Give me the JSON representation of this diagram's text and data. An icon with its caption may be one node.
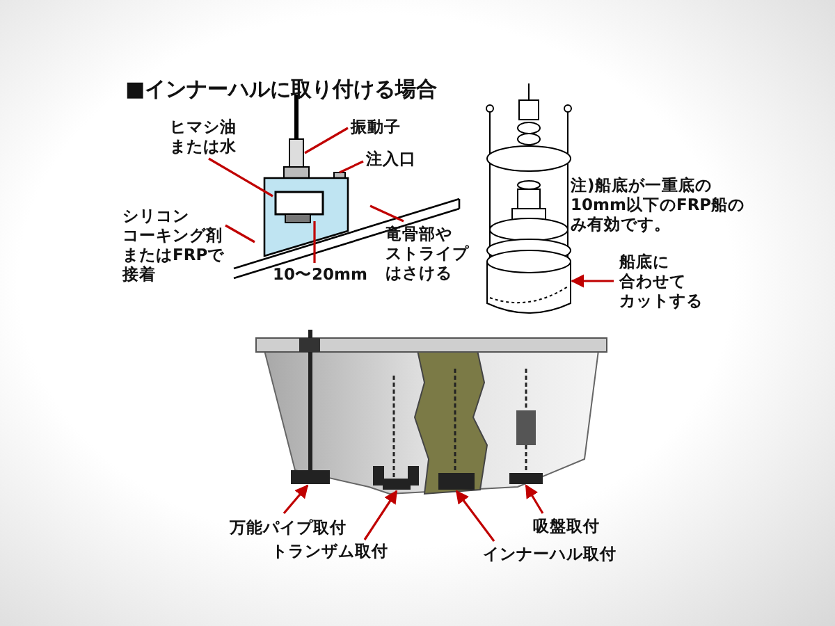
{
  "diagram": {
    "title": "■インナーハルに取り付ける場合",
    "nodes": [
      {
        "text": [
          "ヒマシ油または水"
        ]
      },
      {
        "text": [
          "振動子"
        ]
      },
      {
        "text": [
          "注入口"
        ]
      },
      {
        "text": [
          "シリコンコーキング剤またはFRPで接着"
        ]
      },
      {
        "text": [
          "竜骨部やストライプはさける"
        ]
      },
      {
        "text": [
          "10〜20mm"
        ]
      },
      {
        "text": [
          "船底に合わせてカットする"
        ]
      },
      {
        "text": [
          "万能パイプ取付"
        ]
      },
      {
        "text": [
          "トランザム取付"
        ]
      },
      {
        "text": [
          "インナーハル取付"
        ]
      },
      {
        "text": [
          "吸盤取付"
        ]
      },
      {
        "text": [],
        "shape": "box"
      },
      {
        "text": [],
        "shape": "box"
      },
      {
        "text": [],
        "shape": "box"
      },
      {
        "text": [],
        "shape": "box"
      },
      {
        "text": [],
        "shape": "picture"
      }
    ],
    "edges": [
      {
        "from": 0,
        "to": null,
        "arrow": "none"
      },
      {
        "from": 1,
        "to": null,
        "arrow": "none"
      },
      {
        "from": 2,
        "to": null,
        "arrow": "none"
      },
      {
        "from": 3,
        "to": null,
        "arrow": "none"
      },
      {
        "from": 4,
        "to": null,
        "arrow": "none"
      },
      {
        "from": 5,
        "to": null,
        "arrow": "none"
      },
      {
        "from": 6,
        "to": 15,
        "arrow": "to"
      },
      {
        "from": 7,
        "to": 11,
        "arrow": "to"
      },
      {
        "from": 8,
        "to": 12,
        "arrow": "to"
      },
      {
        "from": 9,
        "to": 13,
        "arrow": "to"
      },
      {
        "from": 10,
        "to": 14,
        "arrow": "to"
      }
    ],
    "labels": [
      "注)船底が一重底の10mm以下のFRP船のみ有効です。"
    ]
  }
}
